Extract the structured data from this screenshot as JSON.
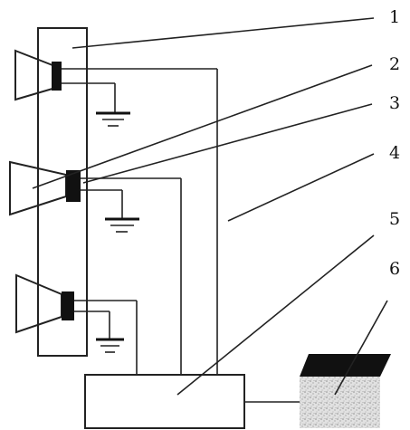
{
  "labels": [
    "1",
    "2",
    "3",
    "4",
    "5",
    "6"
  ],
  "colors": {
    "ink": "#111111",
    "line": "#222222",
    "paper": "#ffffff",
    "texture_light": "#d9d9d9",
    "texture_dark": "#9a9a9a",
    "sample_top": "#111111"
  },
  "icons": [
    "speaker-icon",
    "ground-icon"
  ]
}
